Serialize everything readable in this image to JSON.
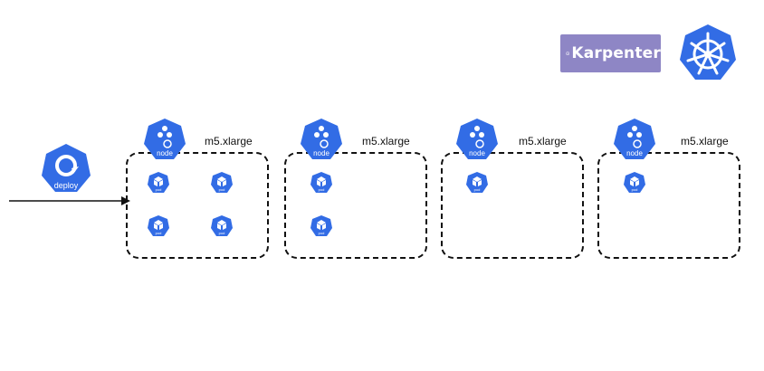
{
  "deploy": {
    "label": "deploy"
  },
  "logos": {
    "karpenter": "Karpenter",
    "kubernetes_icon": "kubernetes-helm-wheel"
  },
  "nodes": [
    {
      "icon_label": "node",
      "instance_type": "m5.xlarge",
      "pod_count": 4
    },
    {
      "icon_label": "node",
      "instance_type": "m5.xlarge",
      "pod_count": 2
    },
    {
      "icon_label": "node",
      "instance_type": "m5.xlarge",
      "pod_count": 1
    },
    {
      "icon_label": "node",
      "instance_type": "m5.xlarge",
      "pod_count": 1
    }
  ],
  "pod_label": "pod",
  "colors": {
    "k8s_blue": "#326ce5",
    "karpenter_purple": "#8e86c5",
    "dash": "#111111"
  }
}
